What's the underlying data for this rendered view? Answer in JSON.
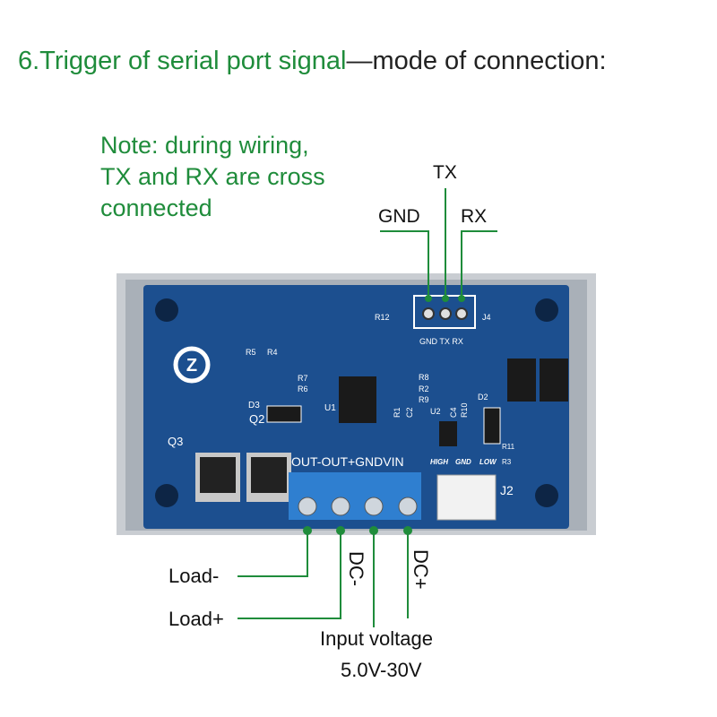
{
  "title": {
    "green_part": "6.Trigger of serial port signal",
    "dash": "—",
    "dark_part": "mode of connection:"
  },
  "note": [
    "Note: during wiring,",
    "TX and RX are cross",
    "connected"
  ],
  "serial_pins": {
    "gnd": "GND",
    "tx": "TX",
    "rx": "RX"
  },
  "terminals": {
    "load_minus": "Load-",
    "load_plus": "Load+",
    "dc_minus": "DC-",
    "dc_plus": "DC+"
  },
  "input_voltage": {
    "label": "Input voltage",
    "range": "5.0V-30V"
  },
  "board_silkscreen": {
    "terminal_labels": "OUT-OUT+GNDVIN",
    "j2_labels": [
      "HIGH",
      "GND",
      "LOW"
    ],
    "j4_labels": "GND TX  RX",
    "refs": [
      "R12",
      "R5",
      "R4",
      "R7",
      "R6",
      "D3",
      "Q2",
      "Q3",
      "U1",
      "R8",
      "R2",
      "R9",
      "R1",
      "C2",
      "U2",
      "C4",
      "R10",
      "D2",
      "R11",
      "R3",
      "J4",
      "J2"
    ]
  },
  "colors": {
    "accent": "#1f8c3b",
    "pcb": "#1c4f8f",
    "terminal": "#2f7fd0",
    "case": "#c9cdd2"
  }
}
